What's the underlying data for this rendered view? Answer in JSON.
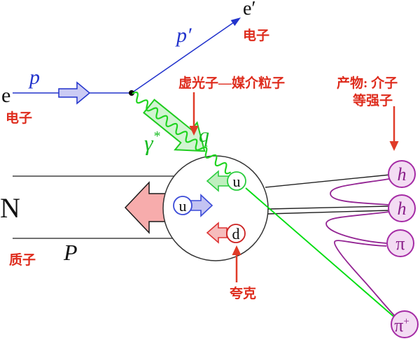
{
  "beam_electron": {
    "symbol": "e",
    "momentum": "p",
    "name_cn": "电子"
  },
  "scattered_electron": {
    "symbol": "e′",
    "momentum": "p′",
    "name_cn": "电子"
  },
  "virtual_photon": {
    "symbol": "γ",
    "sup": "*",
    "momentum": "q",
    "annotation_cn": "虚光子—媒介粒子"
  },
  "nucleon": {
    "symbol": "N",
    "momentum": "P",
    "name_cn": "质子",
    "quarks": [
      {
        "label": "u",
        "color": "green"
      },
      {
        "label": "u",
        "color": "blue"
      },
      {
        "label": "d",
        "color": "red"
      }
    ],
    "quark_annotation_cn": "夸克"
  },
  "products": {
    "annotation_line1_cn": "产物: 介子",
    "annotation_line2_cn": "等强子",
    "hadrons": [
      {
        "label": "h"
      },
      {
        "label": "h"
      },
      {
        "label": "π"
      }
    ],
    "leading_pion": {
      "label": "π",
      "sup": "+"
    }
  },
  "colors": {
    "electron_blue": "#2233cc",
    "blue_arrow_fill": "#cbcbf4",
    "photon_green": "#1fd41f",
    "green_arrow_fill": "#cdf3cd",
    "annotation_red": "#de2b1c",
    "pointer_red": "#e03b28",
    "nucleon_arrow_fill": "#f7acac",
    "quark_d_fill": "#f6bcbc",
    "quark_u_fill": "#c3c3f2",
    "quark_struck_fill": "#bfefbf",
    "hadron_fill": "#f3dcf3",
    "hadron_border": "#a52ba5",
    "hadron_text": "#8a1f8a",
    "struck_line_green": "#00dd11"
  }
}
